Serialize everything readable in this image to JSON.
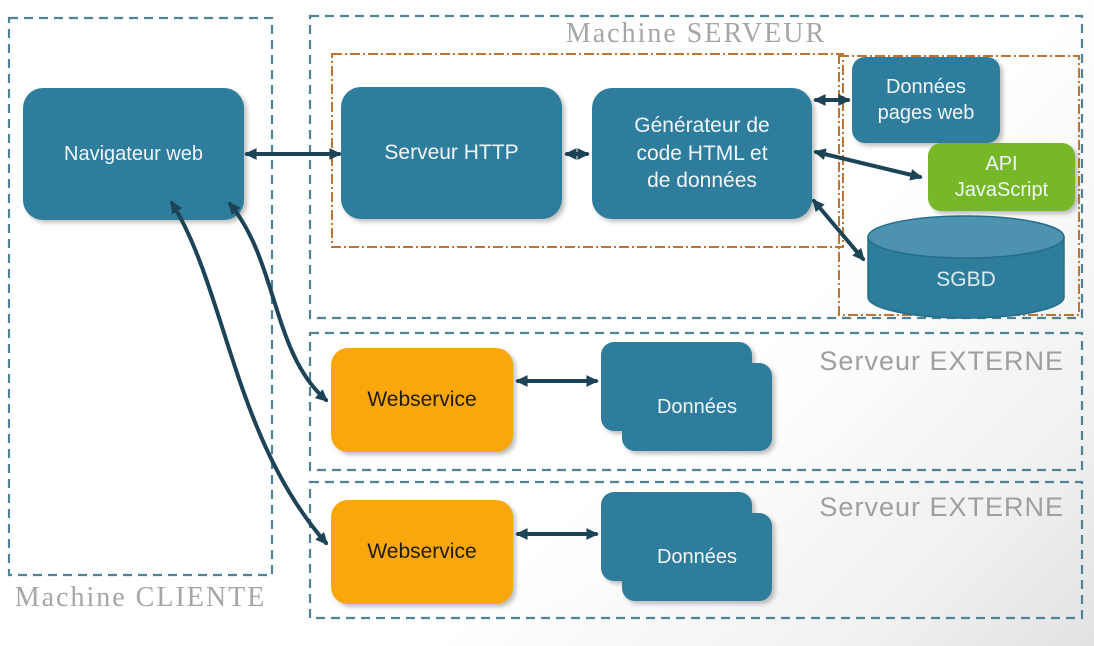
{
  "regions": {
    "client": {
      "title": "Machine CLIENTE"
    },
    "server": {
      "title": "Machine SERVEUR"
    },
    "external1": {
      "title": "Serveur EXTERNE"
    },
    "external2": {
      "title": "Serveur EXTERNE"
    }
  },
  "nodes": {
    "navigateur": {
      "label": "Navigateur web"
    },
    "serveur_http": {
      "label": "Serveur HTTP"
    },
    "generateur": {
      "label": "Générateur de code HTML et de données"
    },
    "donnees_pages": {
      "label": "Données pages web"
    },
    "api_javascript": {
      "label": "API JavaScript"
    },
    "sgbd": {
      "label": "SGBD"
    },
    "webservice1": {
      "label": "Webservice"
    },
    "donnees_ext1": {
      "label": "Données"
    },
    "webservice2": {
      "label": "Webservice"
    },
    "donnees_ext2": {
      "label": "Données"
    }
  },
  "connections": [
    {
      "from": "Navigateur web",
      "to": "Serveur HTTP",
      "bidirectional": true
    },
    {
      "from": "Serveur HTTP",
      "to": "Générateur de code HTML et de données",
      "bidirectional": true
    },
    {
      "from": "Générateur de code HTML et de données",
      "to": "Données pages web",
      "bidirectional": true
    },
    {
      "from": "Générateur de code HTML et de données",
      "to": "API JavaScript",
      "bidirectional": true
    },
    {
      "from": "Générateur de code HTML et de données",
      "to": "SGBD",
      "bidirectional": true
    },
    {
      "from": "Navigateur web",
      "to": "Webservice (Serveur EXTERNE 1)",
      "bidirectional": true
    },
    {
      "from": "Navigateur web",
      "to": "Webservice (Serveur EXTERNE 2)",
      "bidirectional": true
    },
    {
      "from": "Webservice (Serveur EXTERNE 1)",
      "to": "Données",
      "bidirectional": true
    },
    {
      "from": "Webservice (Serveur EXTERNE 2)",
      "to": "Données",
      "bidirectional": true
    }
  ],
  "colors": {
    "node_teal": "#2E7D9C",
    "node_orange": "#F9A70B",
    "node_green": "#77B829",
    "cylinder_top": "#4D93AF",
    "arrow": "#1C4356",
    "boundary_teal_dashed": "#4E8398",
    "boundary_orange_dashdot": "#BE7532",
    "region_label_gray": "#A3A7A7"
  }
}
